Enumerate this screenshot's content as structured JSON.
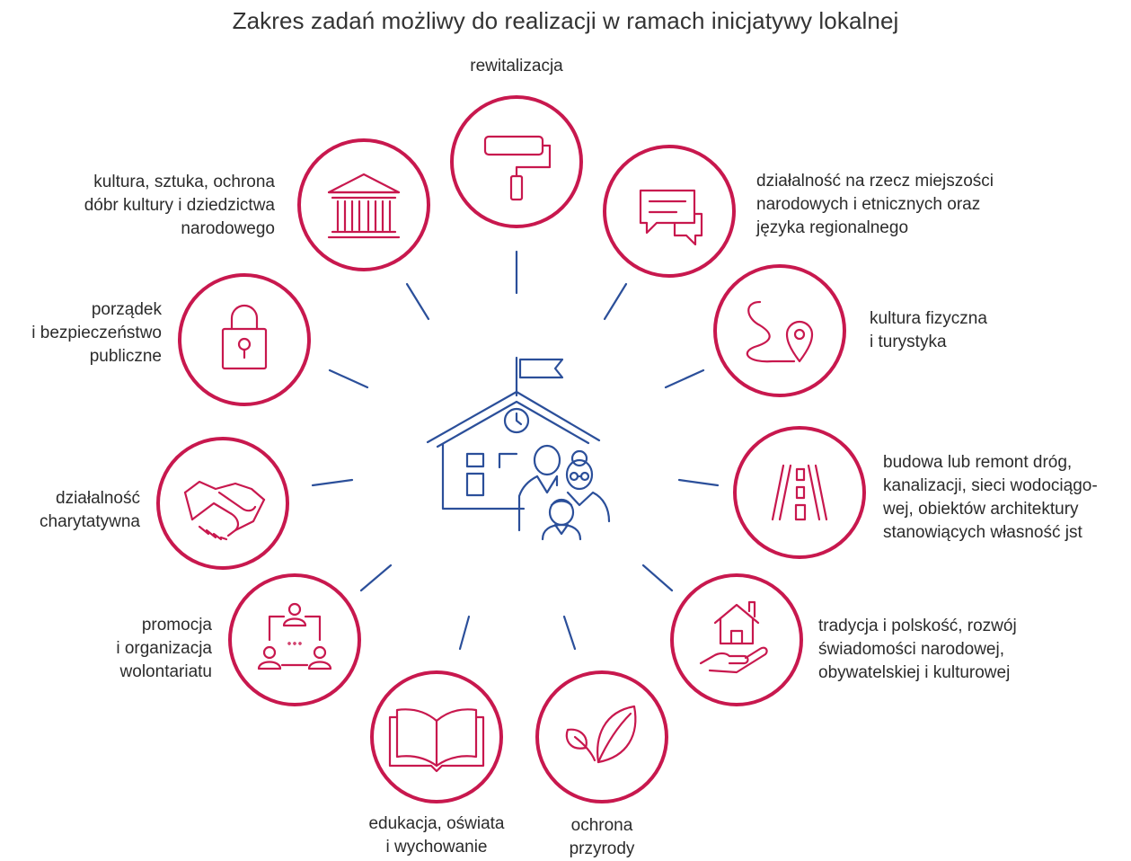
{
  "title": "Zakres zadań możliwy do realizacji w ramach inicjatywy lokalnej",
  "colors": {
    "accent": "#c8184e",
    "center": "#2b4f9a",
    "text": "#2b2b2b"
  },
  "items": [
    {
      "icon": "paint-roller-icon",
      "lines": [
        "rewitalizacja"
      ]
    },
    {
      "icon": "chat-bubbles-icon",
      "lines": [
        "działalność na rzecz miejszości",
        "narodowych i etnicznych oraz",
        "języka regionalnego"
      ]
    },
    {
      "icon": "route-pin-icon",
      "lines": [
        "kultura fizyczna",
        "i turystyka"
      ]
    },
    {
      "icon": "road-icon",
      "lines": [
        "budowa lub remont dróg,",
        "kanalizacji, sieci wodociągo-",
        "wej, obiektów architektury",
        "stanowiących własność jst"
      ]
    },
    {
      "icon": "house-in-hand-icon",
      "lines": [
        "tradycja i polskość, rozwój",
        "świadomości narodowej,",
        "obywatelskiej i kulturowej"
      ]
    },
    {
      "icon": "leaf-icon",
      "lines": [
        "ochrona",
        "przyrody"
      ]
    },
    {
      "icon": "open-book-icon",
      "lines": [
        "edukacja, oświata",
        "i wychowanie"
      ]
    },
    {
      "icon": "volunteer-network-icon",
      "lines": [
        "promocja",
        "i organizacja",
        "wolontariatu"
      ]
    },
    {
      "icon": "handshake-icon",
      "lines": [
        "działalność",
        "charytatywna"
      ]
    },
    {
      "icon": "padlock-icon",
      "lines": [
        "porządek",
        "i bezpieczeństwo",
        "publiczne"
      ]
    },
    {
      "icon": "museum-icon",
      "lines": [
        "kultura, sztuka, ochrona",
        "dóbr kultury i dziedzictwa",
        "narodowego"
      ]
    }
  ]
}
